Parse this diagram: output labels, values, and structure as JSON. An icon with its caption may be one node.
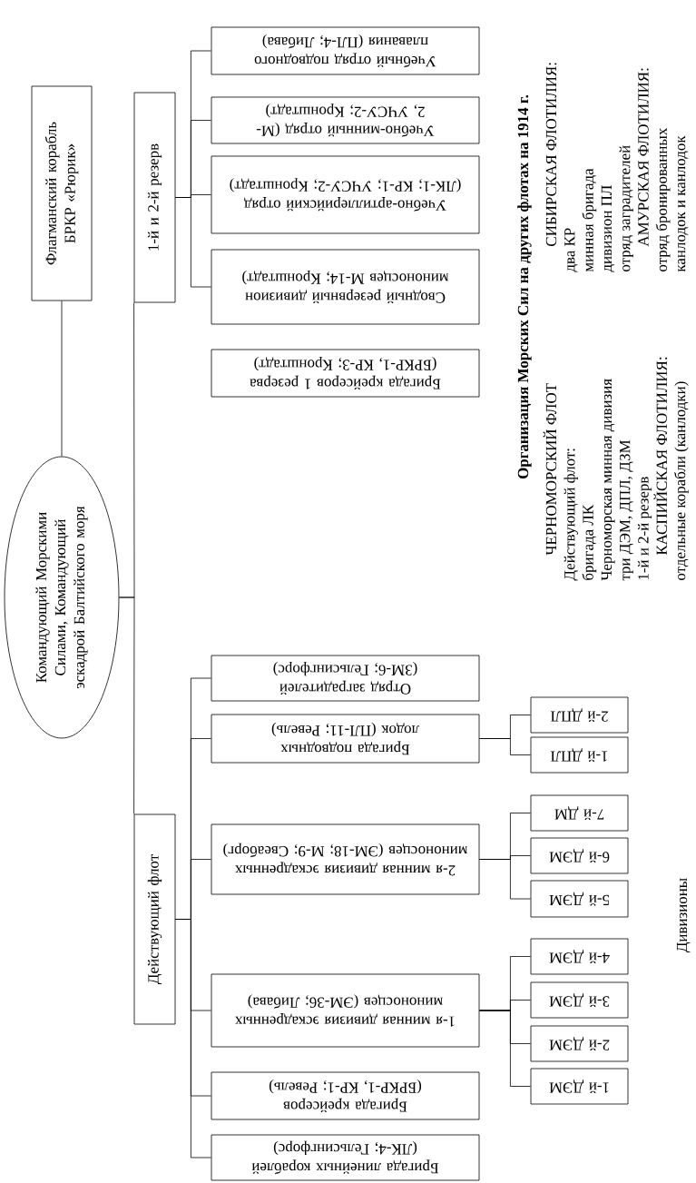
{
  "diagram": {
    "nodes": [
      {
        "text": [
          "Командующий Морскими Силами, Командующий эскадрой Балтийского моря"
        ]
      },
      {
        "text": [
          "Флагманский корабль БРКР «Рюрик»"
        ]
      },
      {
        "text": [
          "1-й и 2-й резерв"
        ]
      },
      {
        "text": [
          "Действующий флот"
        ]
      },
      {
        "text": [
          "Учебный отряд подводного плавания (ПЛ-4; Либава)"
        ]
      },
      {
        "text": [
          "Учебно-минный отряд (М-2, УЧСУ-2; Кронштадт)"
        ]
      },
      {
        "text": [
          "Учебно-артиллерийский отряд (ЛК-1; КР-1; УЧСУ-2; Кронштадт)"
        ]
      },
      {
        "text": [
          "Сводный резервный дивизион миноносцев М-14; Кронштадт)"
        ]
      },
      {
        "text": [
          "Бригада крейсеров 1 резерва (БРКР-1, КР-3; Кронштадт)"
        ]
      },
      {
        "text": [
          "Отряд заградителей (ЗМ-6; Гельсингфорс)"
        ]
      },
      {
        "text": [
          "Бригада подводных лодок (ПЛ-11; Ревель)"
        ]
      },
      {
        "text": [
          "2-я минная дивизия эскадренных миноносцев (ЭМ-18; М-9; Свеаборг)"
        ]
      },
      {
        "text": [
          "1-я минная дивизия эскадренных миноносцев (ЭМ-36; Либава)"
        ]
      },
      {
        "text": [
          "Бригада крейсеров (БРКР-1, КР-1; Ревель)"
        ]
      },
      {
        "text": [
          "Бригада линейных кораблей (ЛК-4; Гельсингфорс)"
        ]
      },
      {
        "text": [
          "2-й ДПЛ"
        ]
      },
      {
        "text": [
          "1-й ДПЛ"
        ]
      },
      {
        "text": [
          "7-й ДМ"
        ]
      },
      {
        "text": [
          "6-й ДЭМ"
        ]
      },
      {
        "text": [
          "5-й ДЭМ"
        ]
      },
      {
        "text": [
          "4-й ДЭМ"
        ]
      },
      {
        "text": [
          "3-й ДЭМ"
        ]
      },
      {
        "text": [
          "2-й ДЭМ"
        ]
      },
      {
        "text": [
          "1-й ДЭМ"
        ]
      }
    ],
    "edges": [
      {
        "from": 0,
        "to": 1,
        "arrow": "none"
      },
      {
        "from": 0,
        "to": 2,
        "arrow": "none"
      },
      {
        "from": 0,
        "to": 3,
        "arrow": "none"
      },
      {
        "from": 2,
        "to": 4,
        "arrow": "none"
      },
      {
        "from": 2,
        "to": 5,
        "arrow": "none"
      },
      {
        "from": 2,
        "to": 6,
        "arrow": "none"
      },
      {
        "from": 2,
        "to": 7,
        "arrow": "none"
      },
      {
        "from": 3,
        "to": 9,
        "arrow": "none"
      },
      {
        "from": 3,
        "to": 10,
        "arrow": "none"
      },
      {
        "from": 3,
        "to": 11,
        "arrow": "none"
      },
      {
        "from": 3,
        "to": 12,
        "arrow": "none"
      },
      {
        "from": 3,
        "to": 13,
        "arrow": "none"
      },
      {
        "from": 3,
        "to": 14,
        "arrow": "none"
      },
      {
        "from": 10,
        "to": 15,
        "arrow": "none"
      },
      {
        "from": 10,
        "to": 16,
        "arrow": "none"
      },
      {
        "from": 11,
        "to": 17,
        "arrow": "none"
      },
      {
        "from": 11,
        "to": 18,
        "arrow": "none"
      },
      {
        "from": 11,
        "to": 19,
        "arrow": "none"
      },
      {
        "from": 12,
        "to": 20,
        "arrow": "none"
      },
      {
        "from": 12,
        "to": 21,
        "arrow": "none"
      },
      {
        "from": 12,
        "to": 22,
        "arrow": "none"
      },
      {
        "from": 12,
        "to": 23,
        "arrow": "none"
      }
    ],
    "labels": [
      "Организация Морских Сил на других флотах на 1914 г.",
      "ЧЕРНОМОРСКИЙ ФЛОТ",
      "Действующий флот:",
      "бригада ЛК",
      "Черноморская минная дивизия",
      "три ДЭМ, ДПЛ, ДЗМ",
      "1-й и 2-й резерв",
      "КАСПИЙСКАЯ ФЛОТИЛИЯ:",
      "отдельные корабли (канлодки)",
      "СИБИРСКАЯ ФЛОТИЛИЯ:",
      "два КР",
      "минная бригада",
      "дивизион ПЛ",
      "отряд заградителей",
      "АМУРСКАЯ ФЛОТИЛИЯ:",
      "отряд бронированных",
      "канлодок и канлодок",
      "Дивизионы"
    ]
  }
}
